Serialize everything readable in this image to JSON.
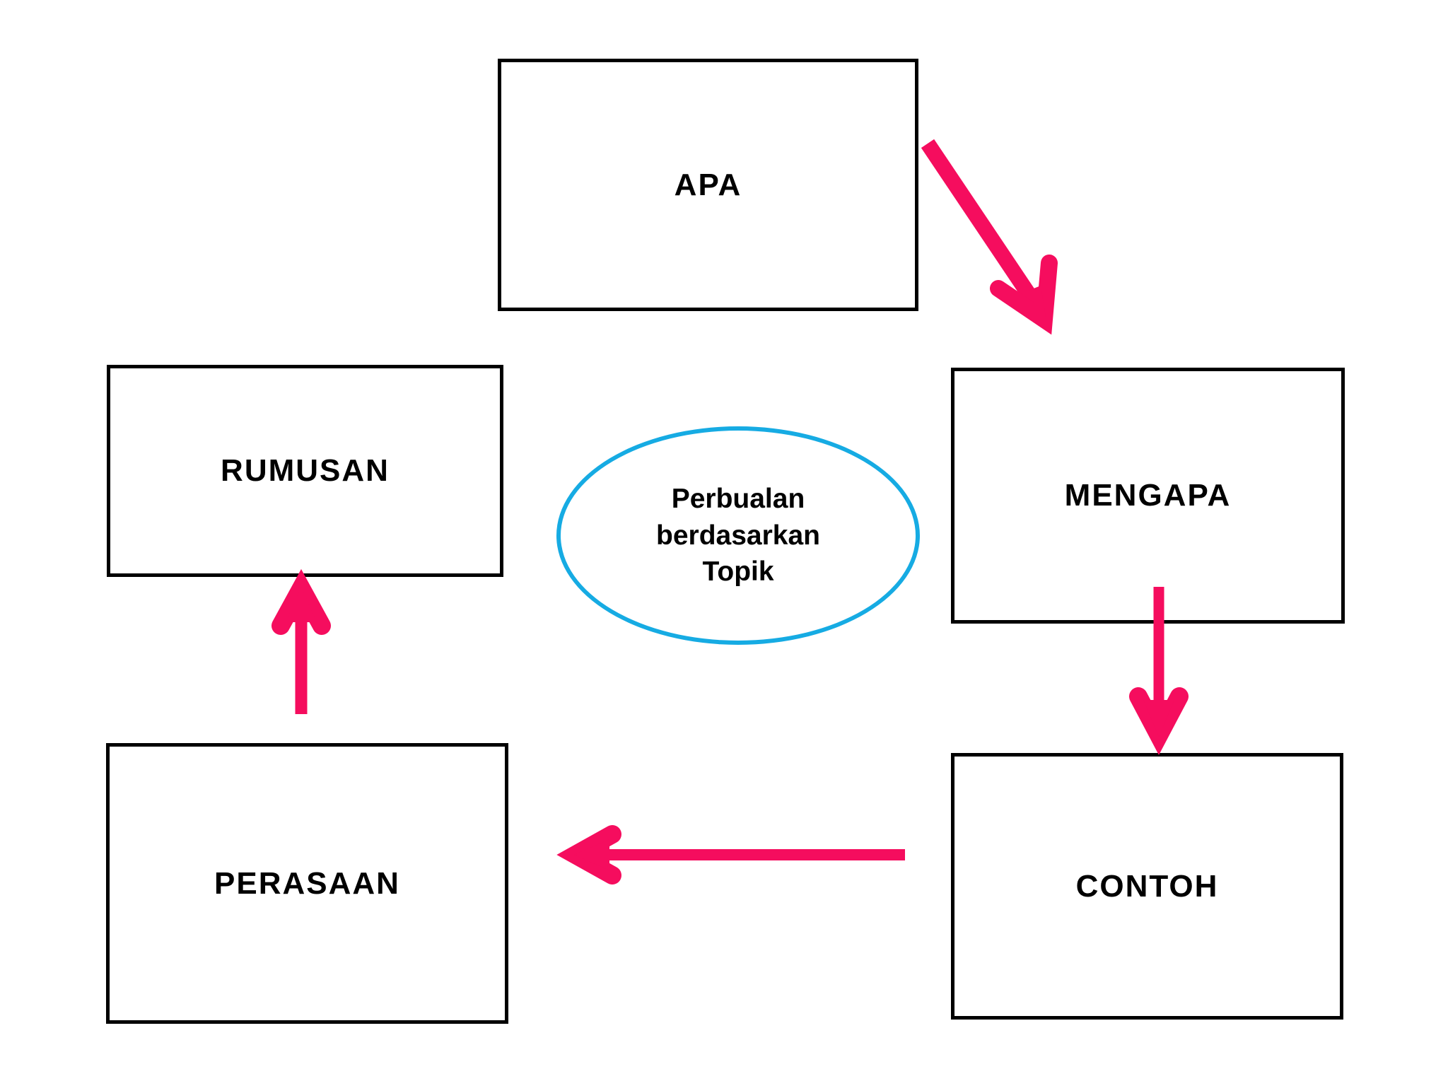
{
  "diagram": {
    "title_center": "Perbualan\nberdasarkan\nTopik",
    "center_line1": "Perbualan",
    "center_line2": "berdasarkan",
    "center_line3": "Topik",
    "colors": {
      "box_border": "#000000",
      "ellipse_border": "#16ABE3",
      "arrow": "#F50D5E",
      "background": "#FFFFFF",
      "text": "#000000"
    },
    "nodes": [
      {
        "id": "apa",
        "label": "APA"
      },
      {
        "id": "mengapa",
        "label": "MENGAPA"
      },
      {
        "id": "contoh",
        "label": "CONTOH"
      },
      {
        "id": "perasaan",
        "label": "PERASAAN"
      },
      {
        "id": "rumusan",
        "label": "RUMUSAN"
      }
    ],
    "arrows": [
      {
        "id": "apa-to-mengapa",
        "from": "apa",
        "to": "mengapa",
        "direction": "diagonal-down-right"
      },
      {
        "id": "mengapa-to-contoh",
        "from": "mengapa",
        "to": "contoh",
        "direction": "down"
      },
      {
        "id": "contoh-to-perasaan",
        "from": "contoh",
        "to": "perasaan",
        "direction": "left"
      },
      {
        "id": "perasaan-to-rumusan",
        "from": "perasaan",
        "to": "rumusan",
        "direction": "up"
      }
    ]
  }
}
